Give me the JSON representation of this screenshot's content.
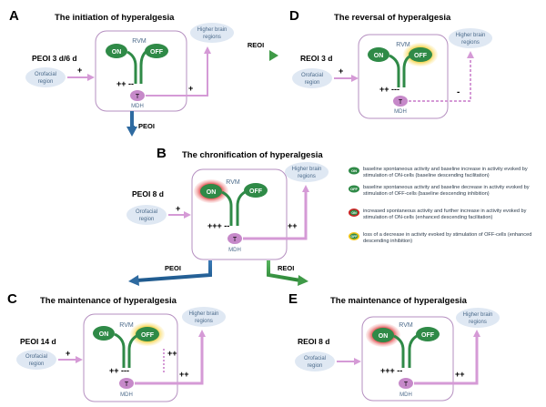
{
  "panels": [
    {
      "letter": "A",
      "title": "The initiation of  hyperalgesia",
      "timepoint": "PEOI 3 d/6 d",
      "input_sign": "+",
      "output_sign": "+",
      "local_signs": "++ --",
      "on_state": "baseline",
      "off_state": "baseline"
    },
    {
      "letter": "D",
      "title": "The reversal of hyperalgesia",
      "timepoint": "REOI 3 d",
      "input_sign": "+",
      "output_sign": "-",
      "local_signs": "++ ---",
      "on_state": "baseline",
      "off_state": "loss"
    },
    {
      "letter": "B",
      "title": "The chronification of hyperalgesia",
      "timepoint": "PEOI 8 d",
      "input_sign": "+",
      "output_sign": "++",
      "local_signs": "+++ --",
      "on_state": "increased",
      "off_state": "baseline"
    },
    {
      "letter": "C",
      "title": "The maintenance of hyperalgesia",
      "timepoint": "PEOI 14 d",
      "input_sign": "+",
      "output_sign": "++",
      "descending_sign": "++",
      "local_signs": "++ ---",
      "on_state": "baseline",
      "off_state": "loss"
    },
    {
      "letter": "E",
      "title": "The maintenance of hyperalgesia",
      "timepoint": "REOI 8 d",
      "input_sign": "+",
      "output_sign": "++",
      "local_signs": "+++ --",
      "on_state": "increased",
      "off_state": "baseline"
    }
  ],
  "labels": {
    "rvm": "RVM",
    "on": "ON",
    "off": "OFF",
    "t": "T",
    "mdh": "MDH",
    "orofacial": "Orofacial region",
    "higher": "Higher brain regions"
  },
  "transitions": {
    "a_to_d": "REOI",
    "a_to_b": "PEOI",
    "b_to_c": "PEOI",
    "b_to_e": "REOI"
  },
  "legend": [
    {
      "node": "ON",
      "text": "baseline spontaneous activity and baseline increase in activity evoked by stimulation of ON-cells (baseline descending facilitation)"
    },
    {
      "node": "OFF",
      "text": "baseline spontaneous activity and baseline decrease in activity evoked by stimulation of OFF-cells (baseline descending inhibition)"
    },
    {
      "node": "ON",
      "text": "increased spontaneous activity and further increase in activity evoked by stimulation of ON-cells (enhanced descending facilitation)"
    },
    {
      "node": "OFF",
      "text": "loss of a decrease in activity evoked by stimulation of OFF-cells (enhanced descending inhibition)"
    }
  ],
  "colors": {
    "box": "#b58fc0",
    "neuron": "#2f8a47",
    "t_cell": "#c689c9",
    "ellipse": "#dfe8f3",
    "text_blue": "#4b6a8a",
    "arrow_blue": "#2e6aa0",
    "arrow_green": "#3f9a47",
    "halo_red": "#cc1f1f",
    "halo_yellow": "#f2c618",
    "pink_arrow": "#d59ad6"
  }
}
